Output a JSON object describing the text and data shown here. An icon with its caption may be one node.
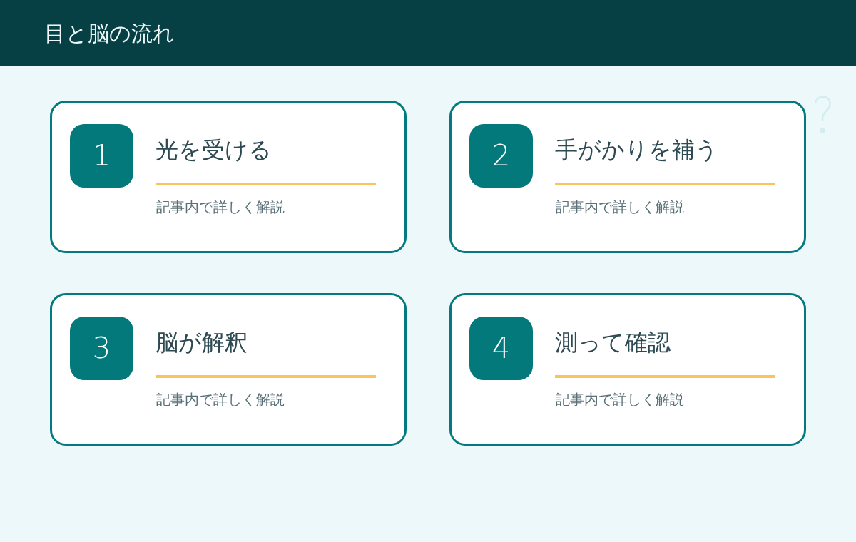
{
  "diagram": {
    "title": "目と脳の流れ",
    "nodes": [
      {
        "text": [
          "光を受ける",
          "記事内で詳しく解説"
        ]
      },
      {
        "text": [
          "1"
        ],
        "in": 0
      },
      {
        "text": [
          "手がかりを補う",
          "記事内で詳しく解説"
        ]
      },
      {
        "text": [
          "2"
        ],
        "in": 2
      },
      {
        "text": [
          "脳が解釈",
          "記事内で詳しく解説"
        ]
      },
      {
        "text": [
          "3"
        ],
        "in": 4
      },
      {
        "text": [
          "測って確認",
          "記事内で詳しく解説"
        ]
      },
      {
        "text": [
          "4"
        ],
        "in": 6
      }
    ]
  }
}
